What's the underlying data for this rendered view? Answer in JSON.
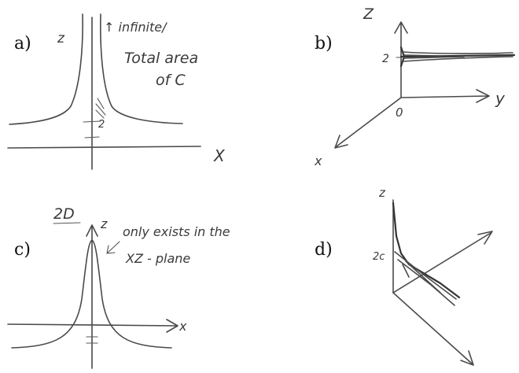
{
  "panels": {
    "a": {
      "label": "a)",
      "z_axis": "z",
      "x_axis": "X",
      "tick_value": "2",
      "note_line1": "↑ infinite/",
      "note_line2": "Total area",
      "note_line3": "of C"
    },
    "b": {
      "label": "b)",
      "z_axis": "Z",
      "y_axis": "y",
      "x_axis": "x",
      "origin": "0",
      "tick_value": "2"
    },
    "c": {
      "label": "c)",
      "heading": "2D",
      "z_axis": "z",
      "x_axis": "x",
      "note_line1": "only exists in the",
      "note_line2": "XZ - plane"
    },
    "d": {
      "label": "d)",
      "z_axis": "z",
      "tick_value": "2c"
    }
  }
}
